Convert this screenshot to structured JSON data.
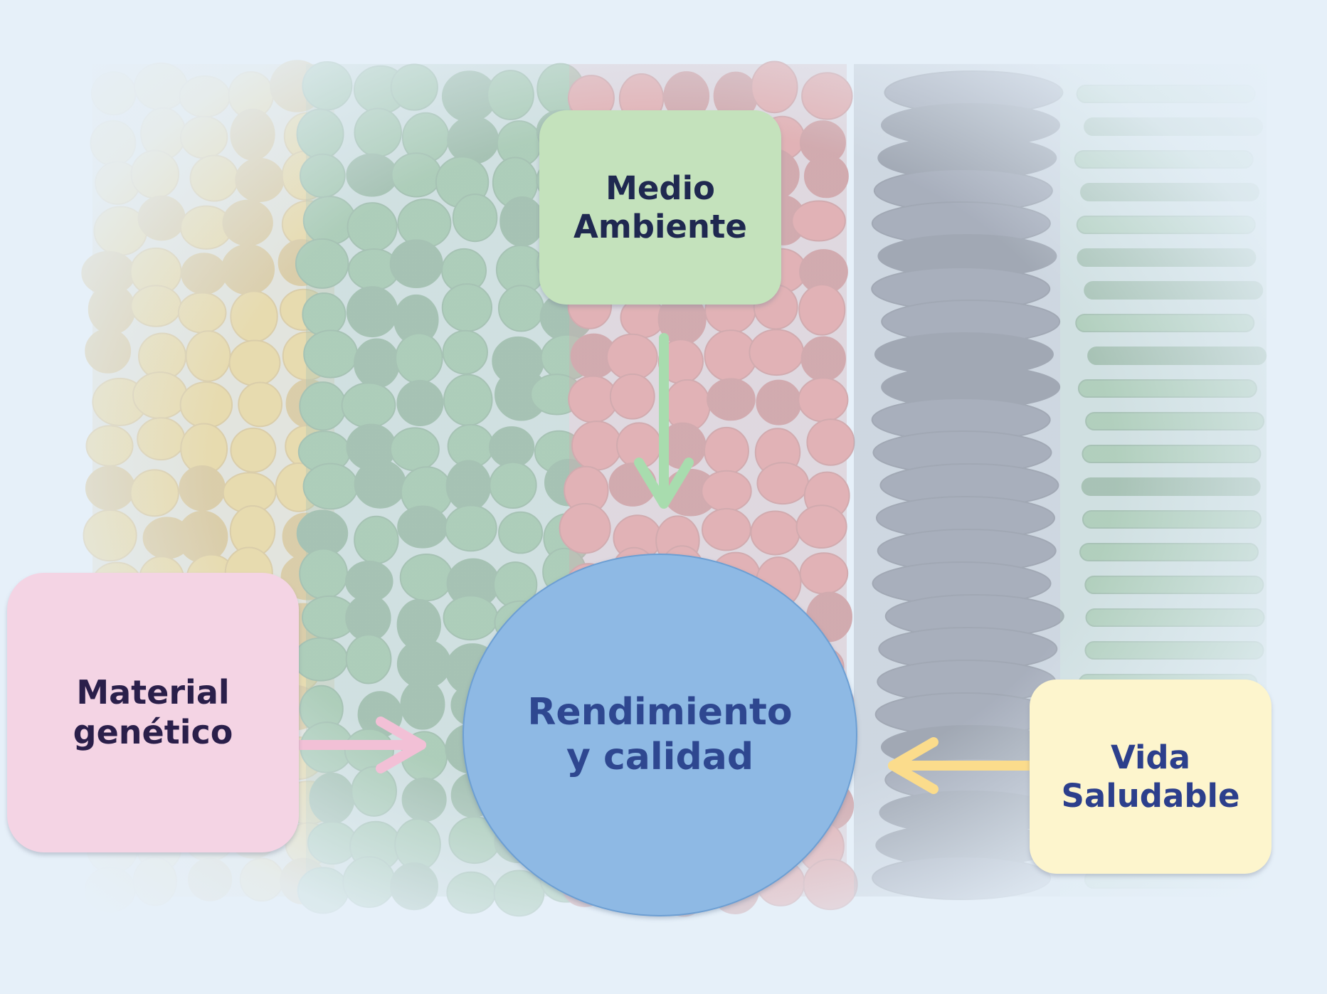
{
  "diagram": {
    "top_box": {
      "lines": [
        "Medio",
        "Ambiente"
      ],
      "color": "#c4e2bc",
      "arrow_color": "#a8dcae"
    },
    "left_box": {
      "lines": [
        "Material",
        "genético"
      ],
      "color": "#f4d4e4",
      "arrow_color": "#f2c0d6"
    },
    "right_box": {
      "lines": [
        "Vida",
        "Saludable"
      ],
      "color": "#fdf5cd",
      "arrow_color": "#fbdc8c"
    },
    "center": {
      "lines": [
        "Rendimiento",
        "y calidad"
      ],
      "color": "#8eb9e4"
    }
  },
  "background": {
    "produce": [
      "yellow-peppers",
      "green-peppers",
      "red-peppers",
      "eggplants",
      "cucumbers"
    ]
  }
}
